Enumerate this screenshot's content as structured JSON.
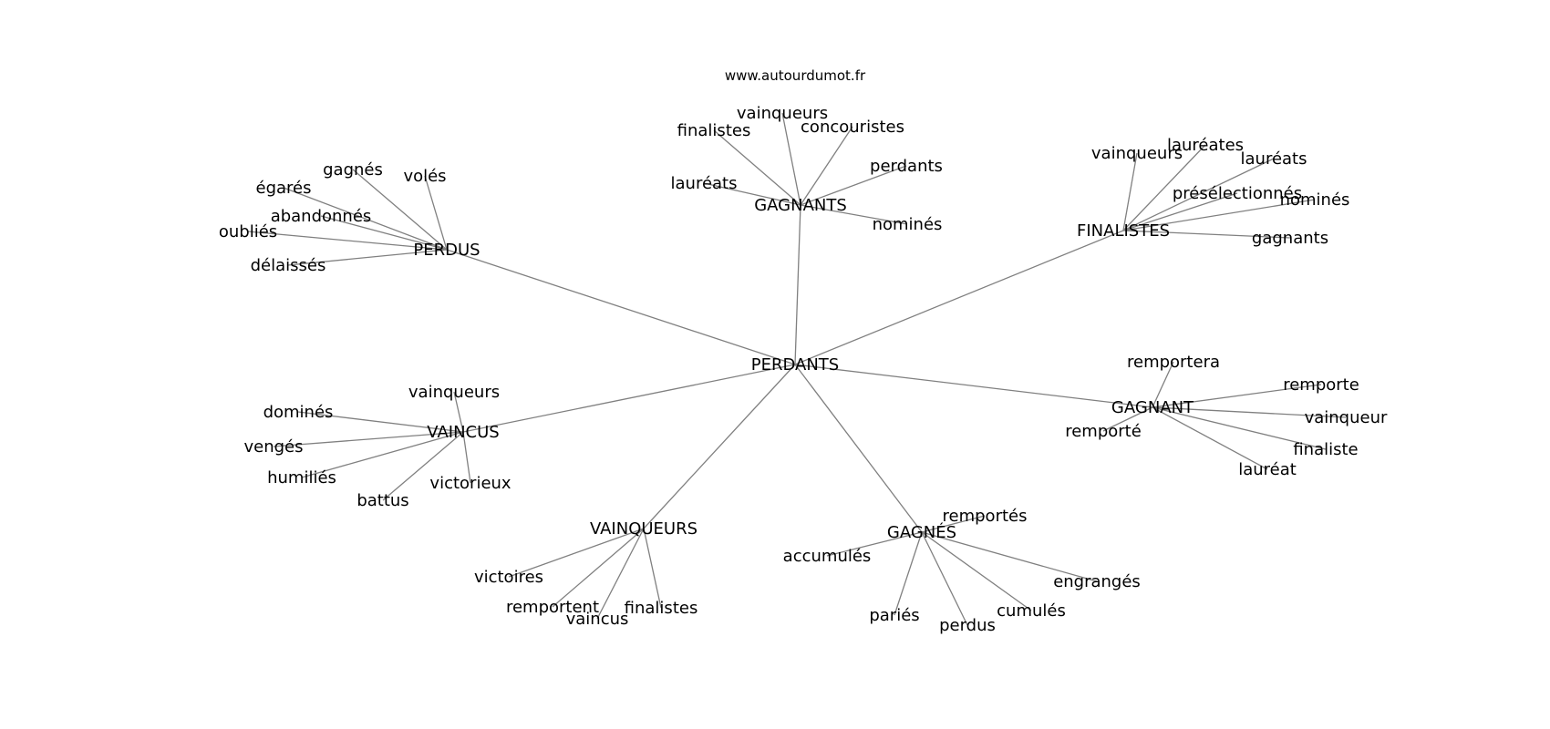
{
  "source": "www.autourdumot.fr",
  "colors": {
    "edge": "#808080",
    "text": "#000000",
    "background": "#ffffff"
  },
  "graph": {
    "center": "PERDANTS",
    "hubs": [
      {
        "label": "PERDUS",
        "leaves": [
          "gagnés",
          "volés",
          "égarés",
          "abandonnés",
          "oubliés",
          "délaissés"
        ]
      },
      {
        "label": "GAGNANTS",
        "leaves": [
          "vainqueurs",
          "finalistes",
          "concouristes",
          "perdants",
          "lauréats",
          "nominés"
        ]
      },
      {
        "label": "FINALISTES",
        "leaves": [
          "vainqueurs",
          "lauréates",
          "lauréats",
          "présélectionnés",
          "nominés",
          "gagnants"
        ]
      },
      {
        "label": "VAINCUS",
        "leaves": [
          "vainqueurs",
          "dominés",
          "vengés",
          "humiliés",
          "battus",
          "victorieux"
        ]
      },
      {
        "label": "GAGNANT",
        "leaves": [
          "remportera",
          "remporte",
          "vainqueur",
          "remporté",
          "finaliste",
          "lauréat"
        ]
      },
      {
        "label": "VAINQUEURS",
        "leaves": [
          "victoires",
          "remportent",
          "vaincus",
          "finalistes"
        ]
      },
      {
        "label": "GAGNÉS",
        "leaves": [
          "remportés",
          "accumulés",
          "engrangés",
          "pariés",
          "cumulés",
          "perdus"
        ]
      }
    ]
  }
}
